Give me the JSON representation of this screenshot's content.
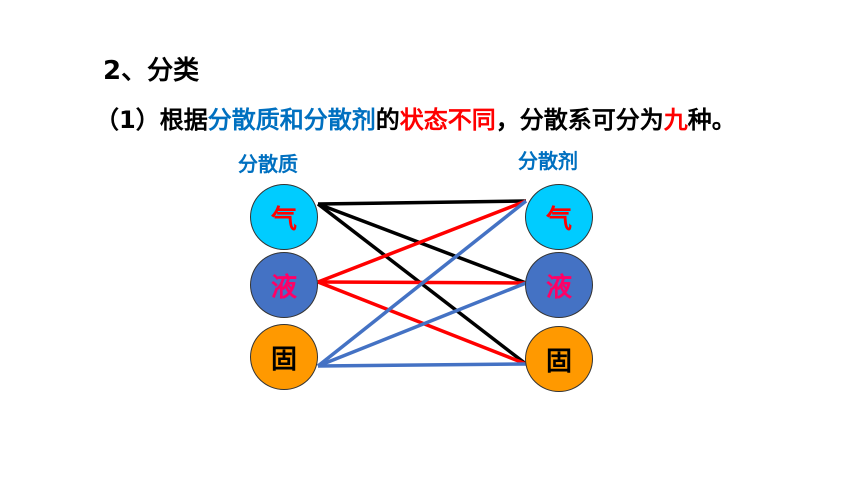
{
  "heading": "2、分类",
  "subheading": {
    "prefix": "（1）根据",
    "blue_part": "分散质和分散剂",
    "middle": "的",
    "red_part": "状态不同",
    "suffix_a": "，分散系可分为",
    "red_number": "九",
    "suffix_b": "种。"
  },
  "left_column": {
    "title": "分散质",
    "states": [
      "气",
      "液",
      "固"
    ]
  },
  "right_column": {
    "title": "分散剂",
    "states": [
      "气",
      "液",
      "固"
    ]
  },
  "connections": [
    {
      "from": "气",
      "to": "气",
      "color": "#000000"
    },
    {
      "from": "气",
      "to": "液",
      "color": "#000000"
    },
    {
      "from": "气",
      "to": "固",
      "color": "#000000"
    },
    {
      "from": "液",
      "to": "气",
      "color": "#ff0000"
    },
    {
      "from": "液",
      "to": "液",
      "color": "#ff0000"
    },
    {
      "from": "液",
      "to": "固",
      "color": "#ff0000"
    },
    {
      "from": "固",
      "to": "气",
      "color": "#4472c4"
    },
    {
      "from": "固",
      "to": "液",
      "color": "#4472c4"
    },
    {
      "from": "固",
      "to": "固",
      "color": "#4472c4"
    }
  ],
  "colors": {
    "gas": "#00ccff",
    "liquid": "#4472c4",
    "solid": "#ff9900",
    "title_blue": "#0070c0",
    "emphasis_red": "#ff0000"
  }
}
